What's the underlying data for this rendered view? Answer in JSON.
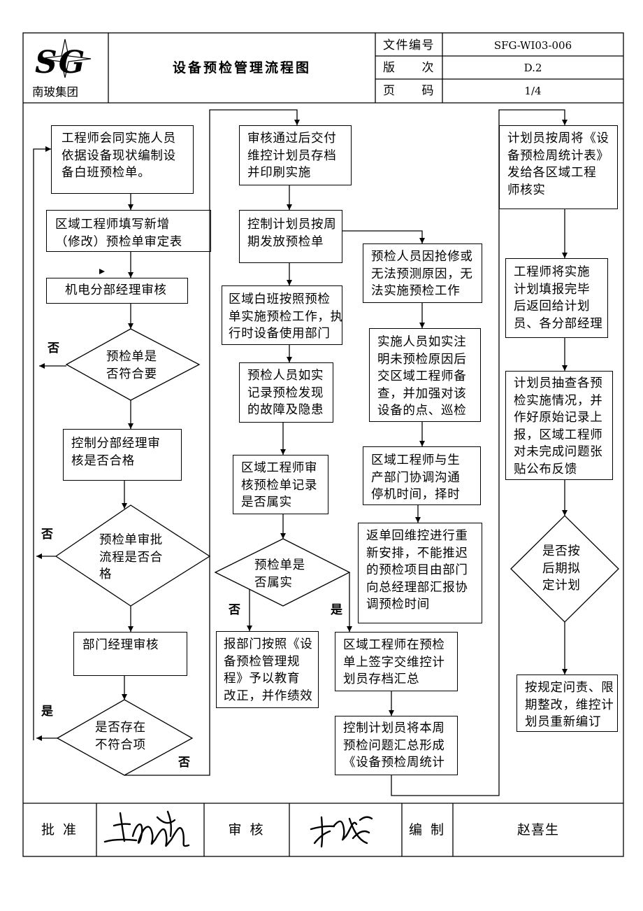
{
  "header": {
    "logo_text": "SG",
    "company": "南玻集团",
    "title": "设备预检管理流程图",
    "doc_no_label": "文件编号",
    "doc_no": "SFG-WI03-006",
    "version_label": "版　　次",
    "version": "D.2",
    "page_label": "页　　码",
    "page": "1/4"
  },
  "flow": {
    "steps": [
      "工程师会同实施人员\n依据设备现状编制设\n备白班预检单。",
      "区域工程师填写新增\n（修改）预检单审定表",
      "机电分部经理审核",
      "预检单是\n否符合要",
      "控制分部经理审\n核是否合格",
      "预检单审批\n流程是否合\n格",
      "部门经理审核",
      "是否存在\n不符合项",
      "审核通过后交付\n维控计划员存档\n并印刷实施",
      "控制计划员按周\n期发放预检单",
      "区域白班按照预检\n单实施预检工作，执\n行时设备使用部门",
      "预检人员如实\n记录预检发现\n的故障及隐患",
      "区域工程师审\n核预检单记录\n是否属实",
      "预检单是\n否属实",
      "报部门按照《设\n备预检管理规\n程》予以教育\n改正，并作绩效",
      "区域工程师在预检\n单上签字交维控计\n划员存档汇总",
      "控制计划员将本周\n预检问题汇总形成\n《设备预检周统计",
      "预检人员因抢修或\n无法预测原因，无\n法实施预检工作",
      "实施人员如实注\n明未预检原因后\n交区域工程师备\n查，并加强对该\n设备的点、巡检",
      "区域工程师与生\n产部门协调沟通\n停机时间，择时",
      "返单回维控进行重\n新安排，不能推迟\n的预检项目由部门\n向总经理部汇报协\n调预检时间",
      "计划员按周将《设\n备预检周统计表》\n发给各区域工程\n师核实",
      "工程师将实施\n计划填报完毕\n后返回给计划\n员、各分部经理",
      "计划员抽查各预\n检实施情况，并\n作好原始记录上\n报，区域工程师\n对未完成问题张\n贴公布反馈",
      "是否按\n后期拟\n定计划",
      "按规定问责、限\n期整改，维控计\n划员重新编订"
    ]
  },
  "branch_labels": {
    "no": "否",
    "yes": "是"
  },
  "footer": {
    "approve_label": "批 准",
    "review_label": "审 核",
    "prepare_label": "编 制",
    "preparer": "赵喜生"
  },
  "colors": {
    "ink": "#000000",
    "paper": "#ffffff"
  }
}
